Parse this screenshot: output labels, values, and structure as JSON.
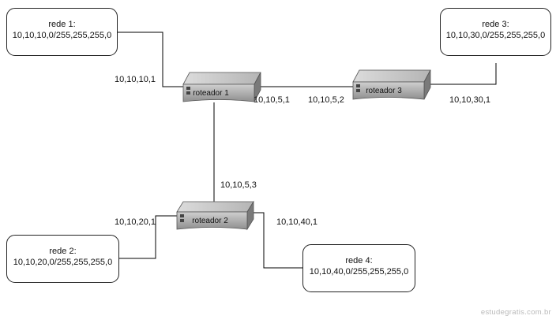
{
  "networks": {
    "rede1": {
      "name": "rede 1:",
      "address": "10,10,10,0/255,255,255,0"
    },
    "rede2": {
      "name": "rede 2:",
      "address": "10,10,20,0/255,255,255,0"
    },
    "rede3": {
      "name": "rede 3:",
      "address": "10,10,30,0/255,255,255,0"
    },
    "rede4": {
      "name": "rede 4:",
      "address": "10,10,40,0/255,255,255,0"
    }
  },
  "routers": {
    "r1": {
      "label": "roteador 1"
    },
    "r2": {
      "label": "roteador 2"
    },
    "r3": {
      "label": "roteador 3"
    }
  },
  "interfaces": {
    "r1_rede1": "10,10,10,1",
    "r1_link": "10,10,5,1",
    "r3_link": "10,10,5,2",
    "r3_rede3": "10,10,30,1",
    "r2_link": "10,10,5,3",
    "r2_rede2": "10,10,20,1",
    "r2_rede4": "10,10,40,1"
  },
  "watermark": "estudegratis.com.br",
  "colors": {
    "line": "#000000",
    "router_top": "#c9c9c9",
    "router_front": "#a9a9a9",
    "router_dark": "#6f6f6f"
  }
}
